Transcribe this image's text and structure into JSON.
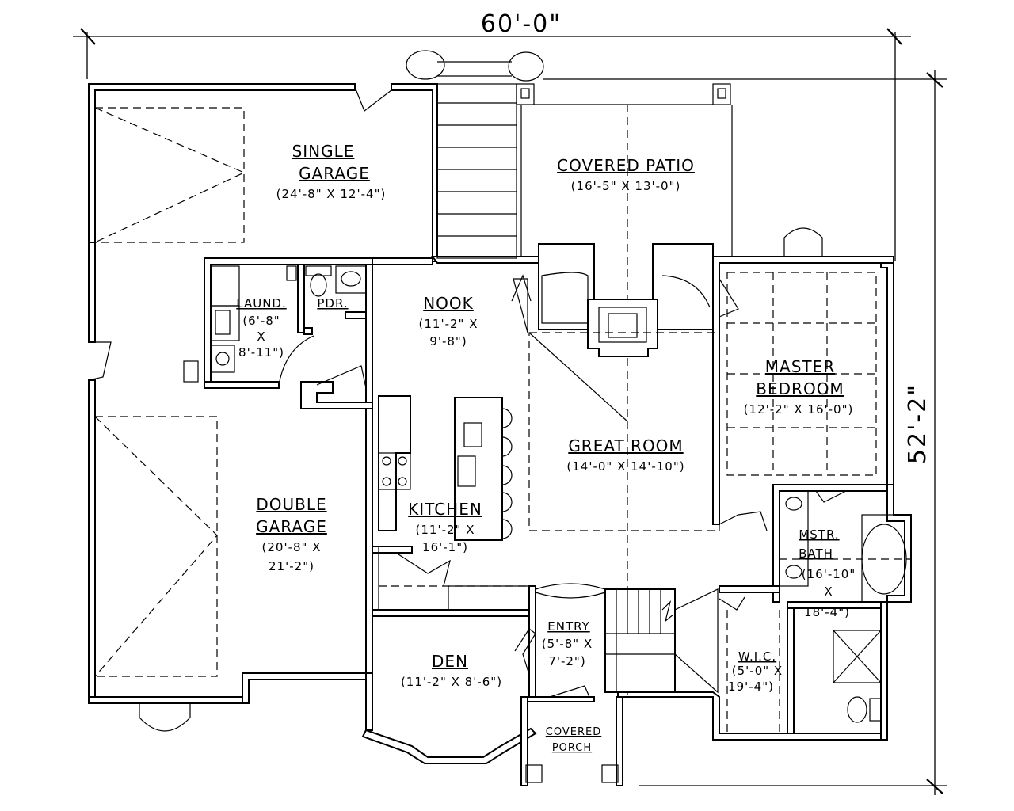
{
  "dimensions": {
    "width": "60'-0\"",
    "depth": "52'-2\""
  },
  "rooms": {
    "single_garage": {
      "name1": "SINGLE",
      "name2": "GARAGE",
      "size": "(24'-8\" X 12'-4\")"
    },
    "covered_patio": {
      "name": "COVERED PATIO",
      "size": "(16'-5\" X 13'-0\")"
    },
    "laundry": {
      "name": "LAUND.",
      "size1": "(6'-8\"",
      "size2": "X",
      "size3": "8'-11\")"
    },
    "powder": {
      "name": "PDR."
    },
    "nook": {
      "name": "NOOK",
      "size1": "(11'-2\" X",
      "size2": "9'-8\")"
    },
    "master_bedroom": {
      "name1": "MASTER",
      "name2": "BEDROOM",
      "size": "(12'-2\" X 16'-0\")"
    },
    "great_room": {
      "name": "GREAT ROOM",
      "size": "(14'-0\" X 14'-10\")"
    },
    "kitchen": {
      "name": "KITCHEN",
      "size1": "(11'-2\" X",
      "size2": "16'-1\")"
    },
    "double_garage": {
      "name1": "DOUBLE",
      "name2": "GARAGE",
      "size1": "(20'-8\" X",
      "size2": "21'-2\")"
    },
    "master_bath": {
      "name1": "MSTR.",
      "name2": "BATH",
      "size1": "(16'-10\"",
      "size2": "X",
      "size3": "18'-4\")"
    },
    "entry": {
      "name": "ENTRY",
      "size1": "(5'-8\" X",
      "size2": "7'-2\")"
    },
    "den": {
      "name": "DEN",
      "size": "(11'-2\" X 8'-6\")"
    },
    "wic": {
      "name": "W.I.C.",
      "size1": "(5'-0\" X",
      "size2": "19'-4\")"
    },
    "covered_porch": {
      "name1": "COVERED",
      "name2": "PORCH"
    }
  }
}
